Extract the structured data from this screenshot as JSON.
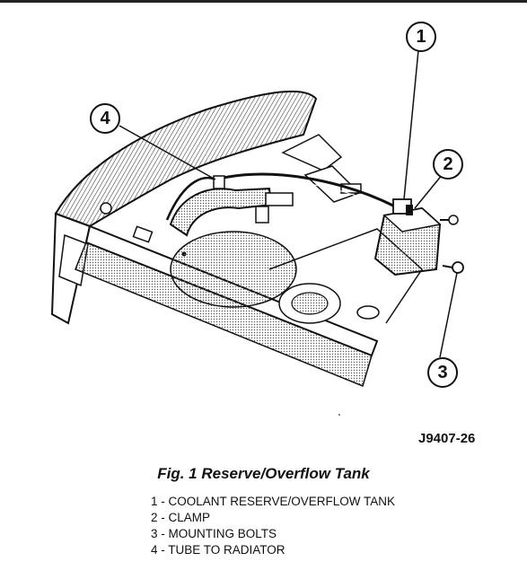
{
  "figure": {
    "id_code": "J9407-26",
    "caption": "Fig. 1 Reserve/Overflow Tank"
  },
  "callouts": {
    "c1": "1",
    "c2": "2",
    "c3": "3",
    "c4": "4"
  },
  "legend": [
    "1 - COOLANT RESERVE/OVERFLOW TANK",
    "2 - CLAMP",
    "3 - MOUNTING BOLTS",
    "4 - TUBE TO RADIATOR"
  ]
}
